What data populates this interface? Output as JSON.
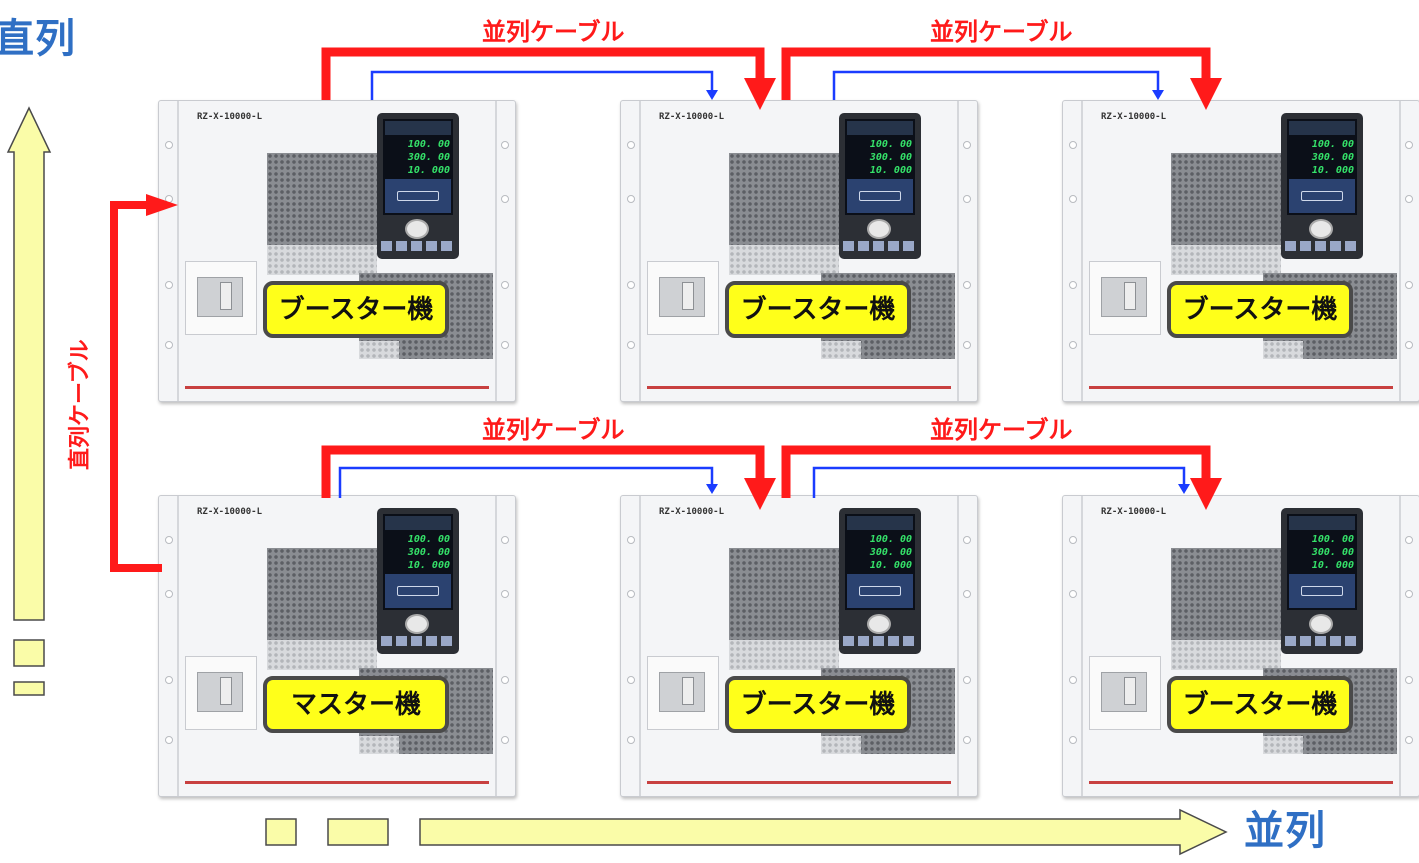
{
  "labels": {
    "series": "直列",
    "parallel": "並列",
    "series_cable": "直列ケーブル"
  },
  "cables": {
    "top_left": "並列ケーブル",
    "top_right": "並列ケーブル",
    "bottom_left": "並列ケーブル",
    "bottom_right": "並列ケーブル"
  },
  "units": [
    {
      "model": "RZ-X-10000-L",
      "role": "ブースター機",
      "voltage": "100. 00",
      "current": "300. 00",
      "power": "10. 000"
    },
    {
      "model": "RZ-X-10000-L",
      "role": "ブースター機",
      "voltage": "100. 00",
      "current": "300. 00",
      "power": "10. 000"
    },
    {
      "model": "RZ-X-10000-L",
      "role": "ブースター機",
      "voltage": "100. 00",
      "current": "300. 00",
      "power": "10. 000"
    },
    {
      "model": "RZ-X-10000-L",
      "role": "マスター機",
      "voltage": "100. 00",
      "current": "300. 00",
      "power": "10. 000"
    },
    {
      "model": "RZ-X-10000-L",
      "role": "ブースター機",
      "voltage": "100. 00",
      "current": "300. 00",
      "power": "10. 000"
    },
    {
      "model": "RZ-X-10000-L",
      "role": "ブースター機",
      "voltage": "100. 00",
      "current": "300. 00",
      "power": "10. 000"
    }
  ],
  "colors": {
    "power_cable": "#ff1a1a",
    "signal_cable": "#1a3cff",
    "direction_arrow": "#fafca8",
    "tag_fill": "#ffff1a",
    "heading": "#2f6fc4"
  }
}
